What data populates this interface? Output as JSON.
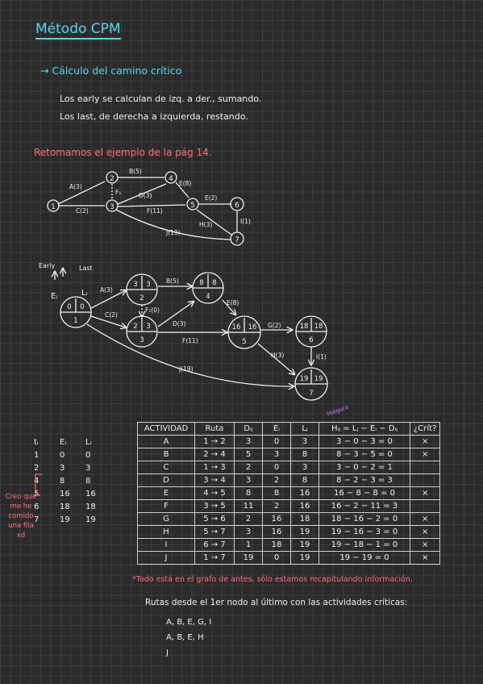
{
  "title": "Método CPM",
  "subtitle": "→ Cálculo del camino crítico",
  "intro": [
    "Los early se calculan de izq. a der., sumando.",
    "Los last, de derecha a izquierda, restando."
  ],
  "retomamos": "Retomamos el ejemplo de la pág 14.",
  "graph1": {
    "nodes": [
      "1",
      "2",
      "3",
      "4",
      "5",
      "6",
      "7"
    ],
    "edges": [
      "A(3)",
      "B(5)",
      "C(2)",
      "D(3)",
      "E(8)",
      "E(2)",
      "F(11)",
      "H(3)",
      "I(1)",
      "J(19)",
      "F₁"
    ]
  },
  "graph2": {
    "early_label": "Early",
    "last_label": "Last",
    "ei_label": "Eᵢ",
    "li_label": "Lᵢ",
    "nodes": [
      {
        "id": "1",
        "e": "0",
        "l": "0"
      },
      {
        "id": "2",
        "e": "3",
        "l": "3"
      },
      {
        "id": "3",
        "e": "2",
        "l": "3"
      },
      {
        "id": "4",
        "e": "8",
        "l": "8"
      },
      {
        "id": "5",
        "e": "16",
        "l": "16"
      },
      {
        "id": "6",
        "e": "18",
        "l": "18"
      },
      {
        "id": "7",
        "e": "19",
        "l": "19"
      }
    ],
    "edges": [
      "A(3)",
      "B(5)",
      "C(2)",
      "F₁(0)",
      "D(3)",
      "E(8)",
      "F(11)",
      "G(2)",
      "H(3)",
      "I(1)",
      "J(19)"
    ]
  },
  "et_table": {
    "headers": [
      "tᵢ",
      "Eᵢ",
      "Lᵢ"
    ],
    "rows": [
      [
        "1",
        "0",
        "0"
      ],
      [
        "2",
        "3",
        "3"
      ],
      [
        "4",
        "8",
        "8"
      ],
      [
        "5",
        "16",
        "16"
      ],
      [
        "6",
        "18",
        "18"
      ],
      [
        "7",
        "19",
        "19"
      ]
    ]
  },
  "side_note": "Creo que me he comido una fila xd",
  "holgura_label": "Holgura",
  "cpm_table": {
    "headers": [
      "ACTIVIDAD",
      "Ruta",
      "Dᵢⱼ",
      "Eᵢ",
      "Lⱼ",
      "Hᵢⱼ = Lⱼ − Eᵢ − Dᵢⱼ",
      "¿Crít?"
    ],
    "rows": [
      [
        "A",
        "1 → 2",
        "3",
        "0",
        "3",
        "3 − 0 − 3 = 0",
        "×"
      ],
      [
        "B",
        "2 → 4",
        "5",
        "3",
        "8",
        "8 − 3 − 5 = 0",
        "×"
      ],
      [
        "C",
        "1 → 3",
        "2",
        "0",
        "3",
        "3 − 0 − 2 = 1",
        ""
      ],
      [
        "D",
        "3 → 4",
        "3",
        "2",
        "8",
        "8 − 2 − 3 = 3",
        ""
      ],
      [
        "E",
        "4 → 5",
        "8",
        "8",
        "16",
        "16 − 8 − 8 = 0",
        "×"
      ],
      [
        "F",
        "3 → 5",
        "11",
        "2",
        "16",
        "16 − 2 − 11 = 3",
        ""
      ],
      [
        "G",
        "5 → 6",
        "2",
        "16",
        "18",
        "18 − 16 − 2 = 0",
        "×"
      ],
      [
        "H",
        "5 → 7",
        "3",
        "16",
        "19",
        "19 − 16 − 3 = 0",
        "×"
      ],
      [
        "I",
        "6 → 7",
        "1",
        "18",
        "19",
        "19 − 18 − 1 = 0",
        "×"
      ],
      [
        "J",
        "1 → 7",
        "19",
        "0",
        "19",
        "19 − 19 = 0",
        "×"
      ]
    ]
  },
  "footnote": "*Todo está en el grafo de antes, sólo estamos recapitulando información.",
  "rutas_title": "Rutas desde el 1er nodo al último con las actividades críticas:",
  "rutas": [
    "A, B, E, G, I",
    "A, B, E, H",
    "J"
  ]
}
